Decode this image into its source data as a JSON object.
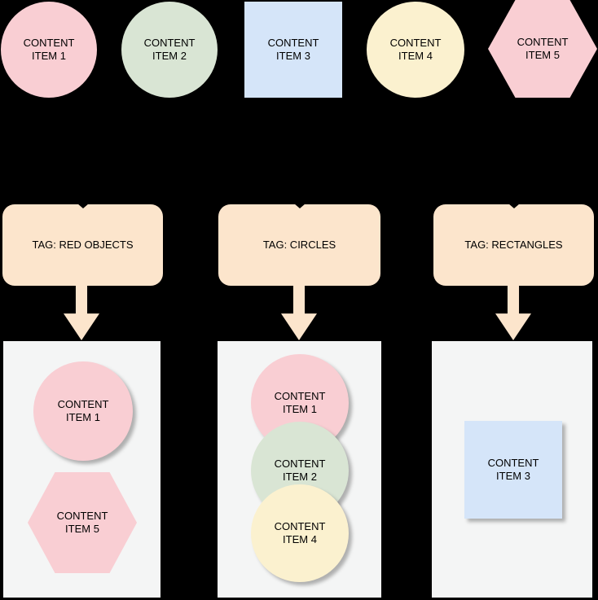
{
  "diagram": {
    "background": "#000000",
    "palette": {
      "pink": "#F9CED3",
      "green": "#D9E5D4",
      "blue": "#D5E5F9",
      "yellow": "#FBF1CF",
      "peach": "#FCE5CC",
      "container": "#F4F5F5",
      "text": "#000000"
    },
    "source_items": [
      {
        "label": "CONTENT\nITEM 1",
        "shape": "circle",
        "fill": "pink"
      },
      {
        "label": "CONTENT\nITEM 2",
        "shape": "circle",
        "fill": "green"
      },
      {
        "label": "CONTENT\nITEM 3",
        "shape": "square",
        "fill": "blue"
      },
      {
        "label": "CONTENT\nITEM 4",
        "shape": "circle",
        "fill": "yellow"
      },
      {
        "label": "CONTENT\nITEM 5",
        "shape": "hexagon",
        "fill": "pink"
      }
    ],
    "tags": [
      {
        "label": "TAG: RED OBJECTS"
      },
      {
        "label": "TAG: CIRCLES"
      },
      {
        "label": "TAG: RECTANGLES"
      }
    ],
    "collections": [
      {
        "tag": "TAG: RED OBJECTS",
        "items": [
          {
            "label": "CONTENT\nITEM 1",
            "shape": "circle",
            "fill": "pink"
          },
          {
            "label": "CONTENT\nITEM 5",
            "shape": "hexagon",
            "fill": "pink"
          }
        ]
      },
      {
        "tag": "TAG: CIRCLES",
        "items": [
          {
            "label": "CONTENT\nITEM 1",
            "shape": "circle",
            "fill": "pink"
          },
          {
            "label": "CONTENT\nITEM 2",
            "shape": "circle",
            "fill": "green"
          },
          {
            "label": "CONTENT\nITEM 4",
            "shape": "circle",
            "fill": "yellow"
          }
        ]
      },
      {
        "tag": "TAG: RECTANGLES",
        "items": [
          {
            "label": "CONTENT\nITEM 3",
            "shape": "square",
            "fill": "blue"
          }
        ]
      }
    ]
  }
}
